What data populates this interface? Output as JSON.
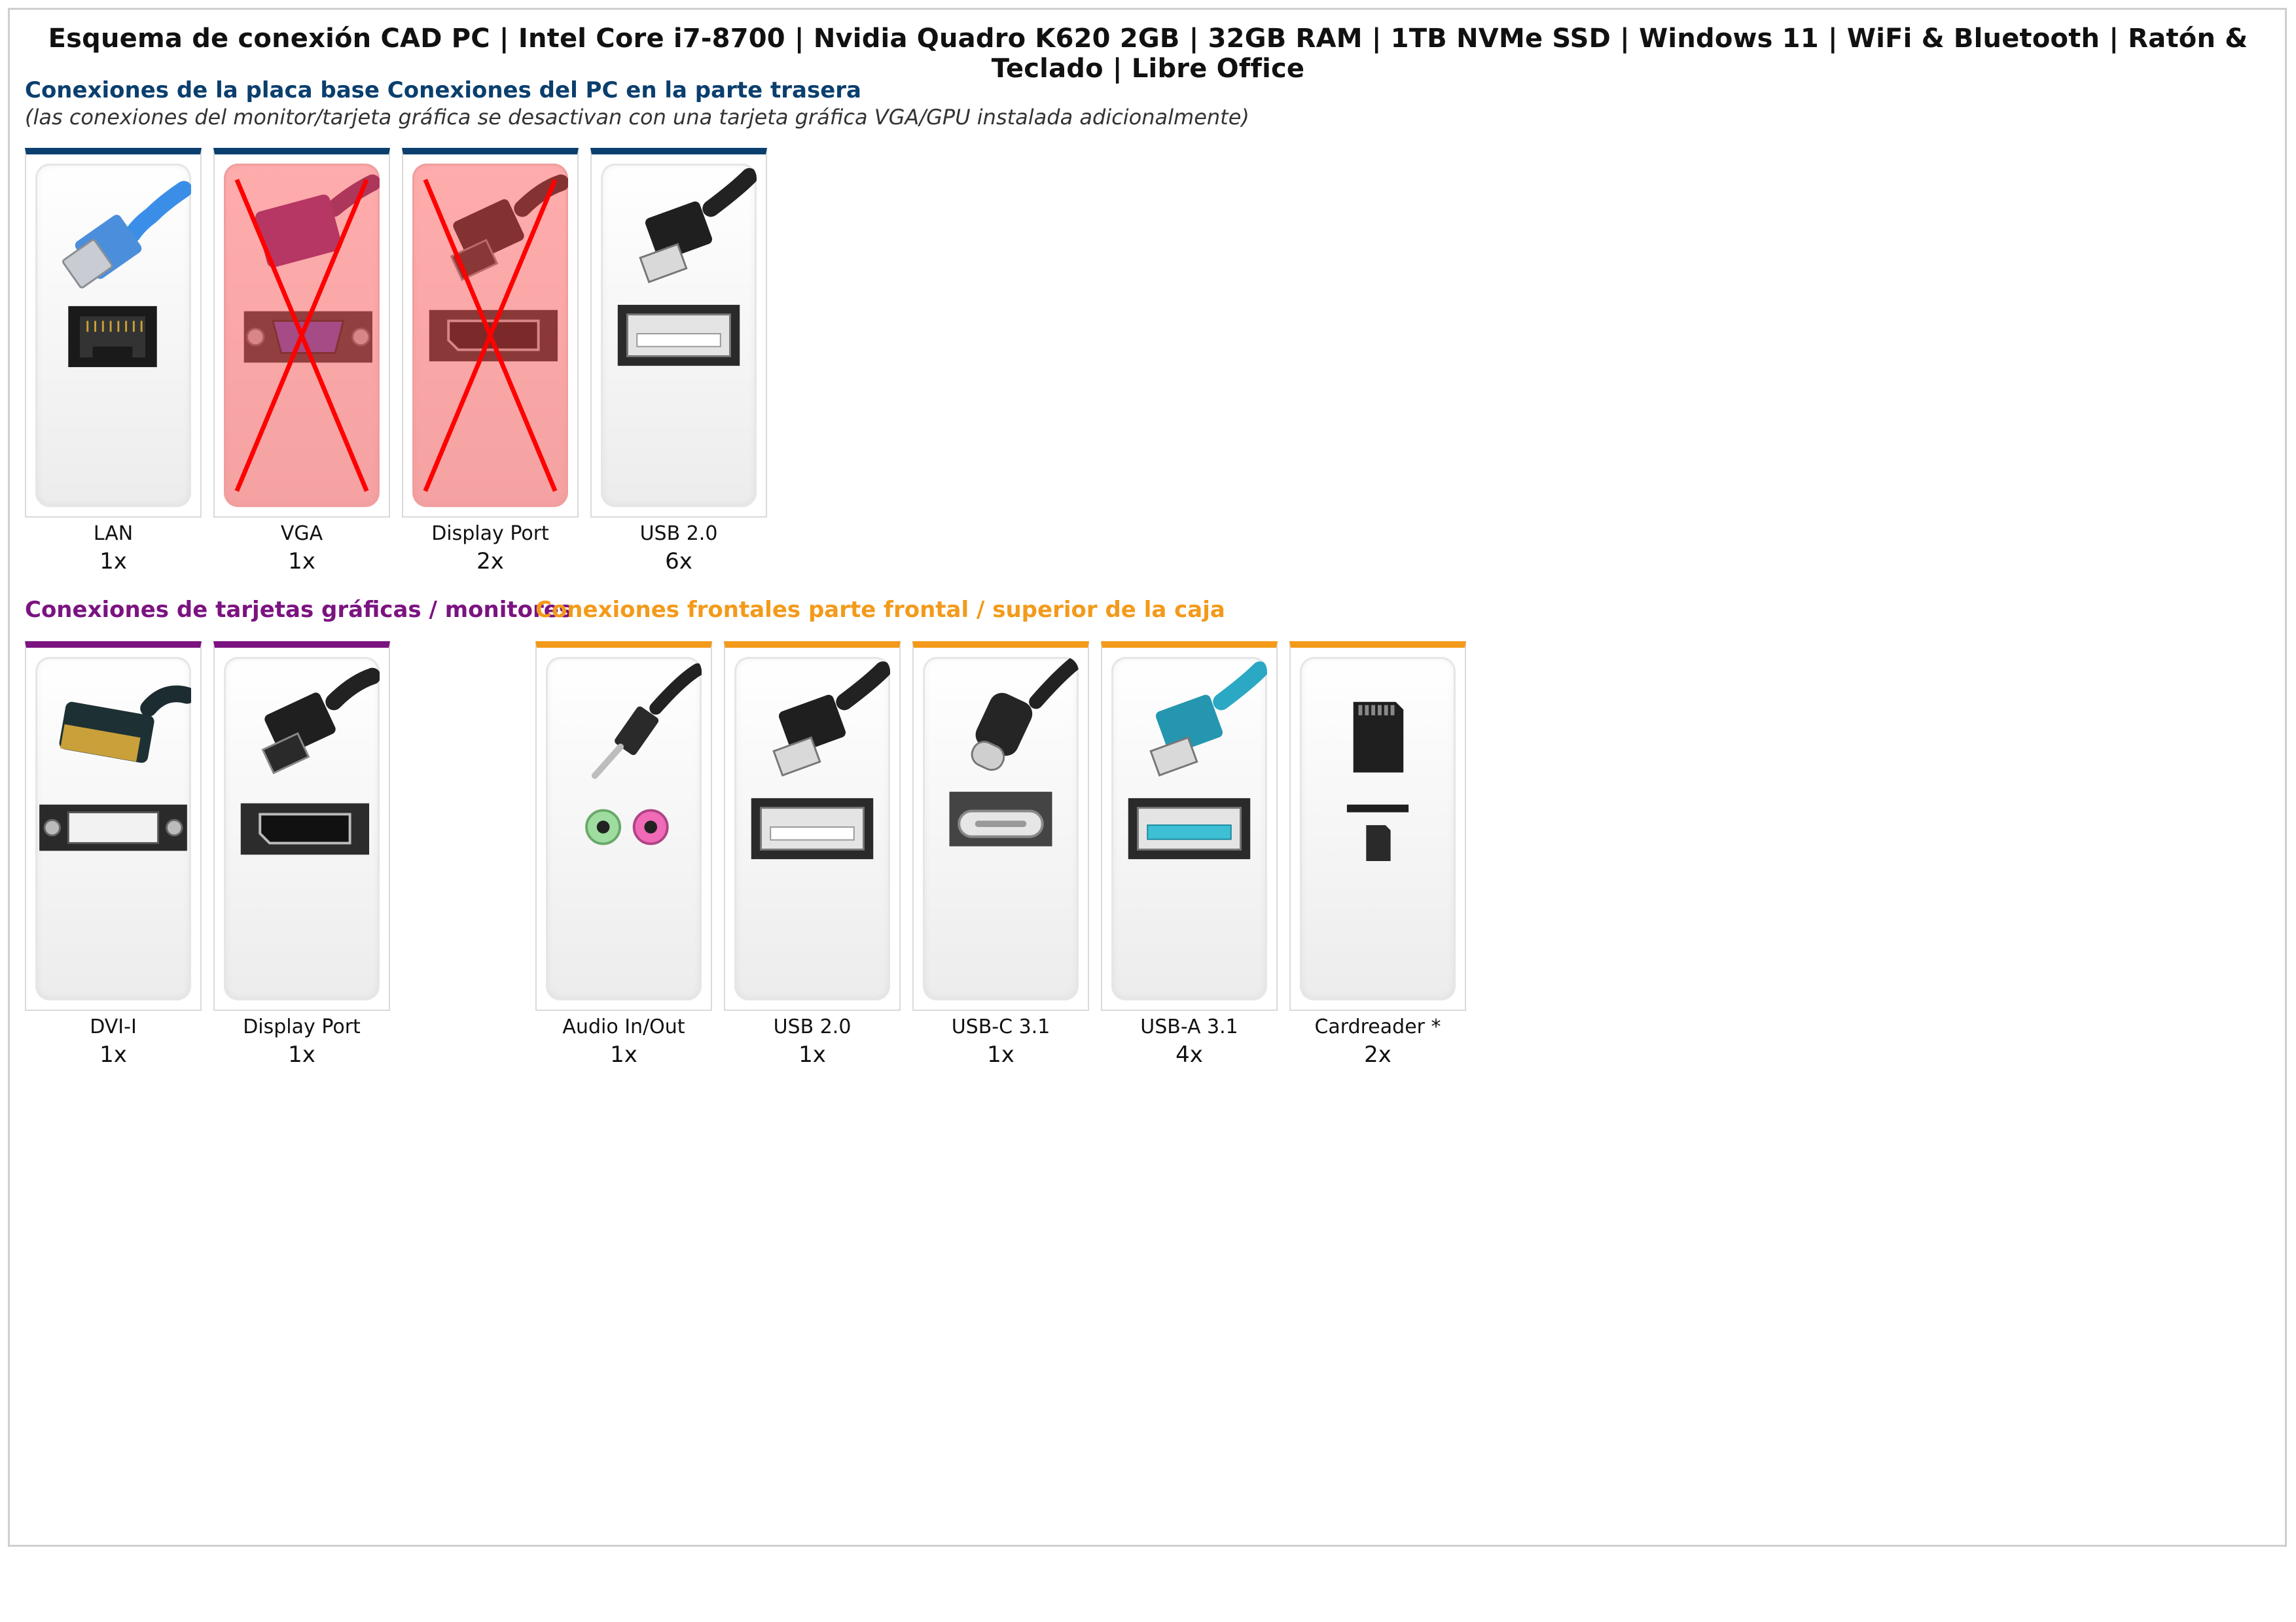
{
  "title": "Esquema de conexión CAD PC | Intel Core i7-8700 | Nvidia Quadro K620 2GB | 32GB RAM | 1TB NVMe SSD | Windows 11 | WiFi & Bluetooth | Ratón & Teclado | Libre Office",
  "colors": {
    "rear": "#0a3f6e",
    "gpu": "#7b1380",
    "front": "#f39a1b",
    "disabled": "#ff4646"
  },
  "rear": {
    "title": "Conexiones de la placa base Conexiones del PC en la parte trasera",
    "subtitle": "(las conexiones del monitor/tarjeta gráfica se desactivan con una tarjeta gráfica VGA/GPU instalada adicionalmente)",
    "ports": [
      {
        "label": "LAN",
        "qty": "1x",
        "icon": "ethernet-icon",
        "disabled": false
      },
      {
        "label": "VGA",
        "qty": "1x",
        "icon": "vga-icon",
        "disabled": true
      },
      {
        "label": "Display Port",
        "qty": "2x",
        "icon": "displayport-icon",
        "disabled": true
      },
      {
        "label": "USB 2.0",
        "qty": "6x",
        "icon": "usb-a-icon",
        "disabled": false
      }
    ]
  },
  "gpu": {
    "title": "Conexiones de tarjetas gráficas / monitores",
    "ports": [
      {
        "label": "DVI-I",
        "qty": "1x",
        "icon": "dvi-icon"
      },
      {
        "label": "Display Port",
        "qty": "1x",
        "icon": "displayport-icon"
      }
    ]
  },
  "front": {
    "title": "Conexiones frontales parte frontal / superior de la caja",
    "ports": [
      {
        "label": "Audio In/Out",
        "qty": "1x",
        "icon": "audio-jack-icon"
      },
      {
        "label": "USB 2.0",
        "qty": "1x",
        "icon": "usb-a-icon"
      },
      {
        "label": "USB-C 3.1",
        "qty": "1x",
        "icon": "usb-c-icon"
      },
      {
        "label": "USB-A 3.1",
        "qty": "4x",
        "icon": "usb-a-3-icon"
      },
      {
        "label": "Cardreader *",
        "qty": "2x",
        "icon": "sd-card-icon"
      }
    ]
  }
}
